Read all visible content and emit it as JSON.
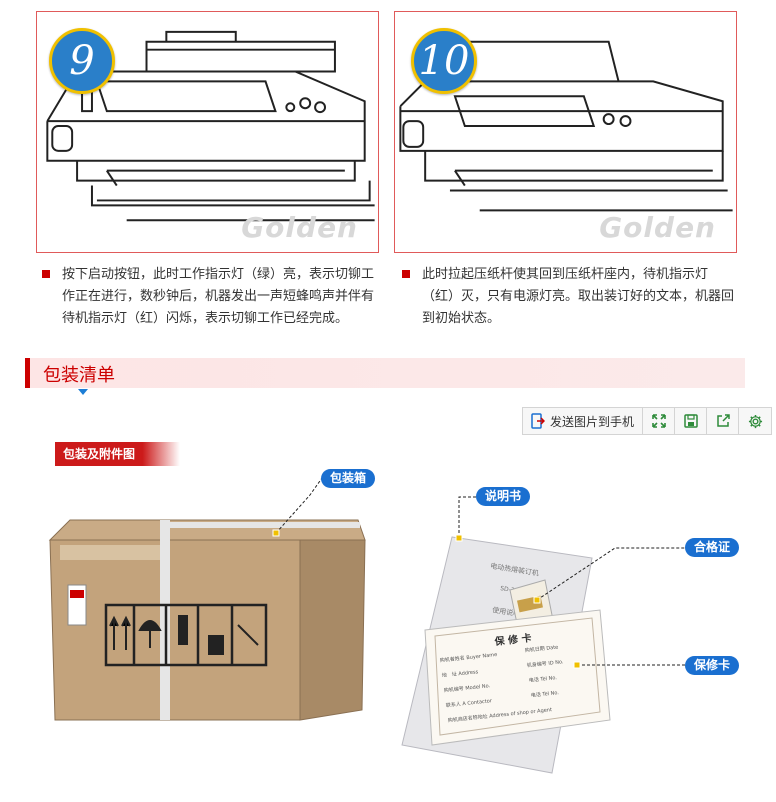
{
  "steps": [
    {
      "number": "9",
      "watermark": "Golden",
      "text": "按下启动按钮，此时工作指示灯（绿）亮，表示切铆工作正在进行，数秒钟后，机器发出一声短蜂鸣声并伴有待机指示灯（红）闪烁，表示切铆工作已经完成。"
    },
    {
      "number": "10",
      "watermark": "Golden",
      "text": "此时拉起压纸杆使其回到压纸杆座内，待机指示灯（红）灭，只有电源灯亮。取出装订好的文本，机器回到初始状态。"
    }
  ],
  "section": {
    "title": "包装清单"
  },
  "toolbar": {
    "send_label": "发送图片到手机",
    "icons": [
      "phone-send-icon",
      "expand-icon",
      "save-icon",
      "share-icon",
      "settings-icon"
    ]
  },
  "package": {
    "tag": "包装及附件图",
    "callouts": {
      "box": "包装箱",
      "manual": "说明书",
      "certificate": "合格证",
      "warranty": "保修卡"
    },
    "manual_cover": {
      "title": "电动热熔装订机",
      "model": "SD-30",
      "subtitle": "使用说明书"
    },
    "warranty_card": {
      "title": "保 修 卡",
      "fields": [
        "购机者姓名 Buyer Name",
        "地　址 Address",
        "购机编号 Model No.",
        "联系人 A Contactor",
        "购机商店名称地址 Address of shop or Agent"
      ],
      "right_fields": [
        "购机日期 Date",
        "机身编号 ID No.",
        "电话 Tel No.",
        "电话 Tel No."
      ]
    }
  },
  "colors": {
    "accent_red": "#cc0000",
    "frame_red": "#e05a5a",
    "callout_blue": "#1a6fd0",
    "badge_blue": "#2a7fc9",
    "badge_gold": "#f0c000"
  }
}
